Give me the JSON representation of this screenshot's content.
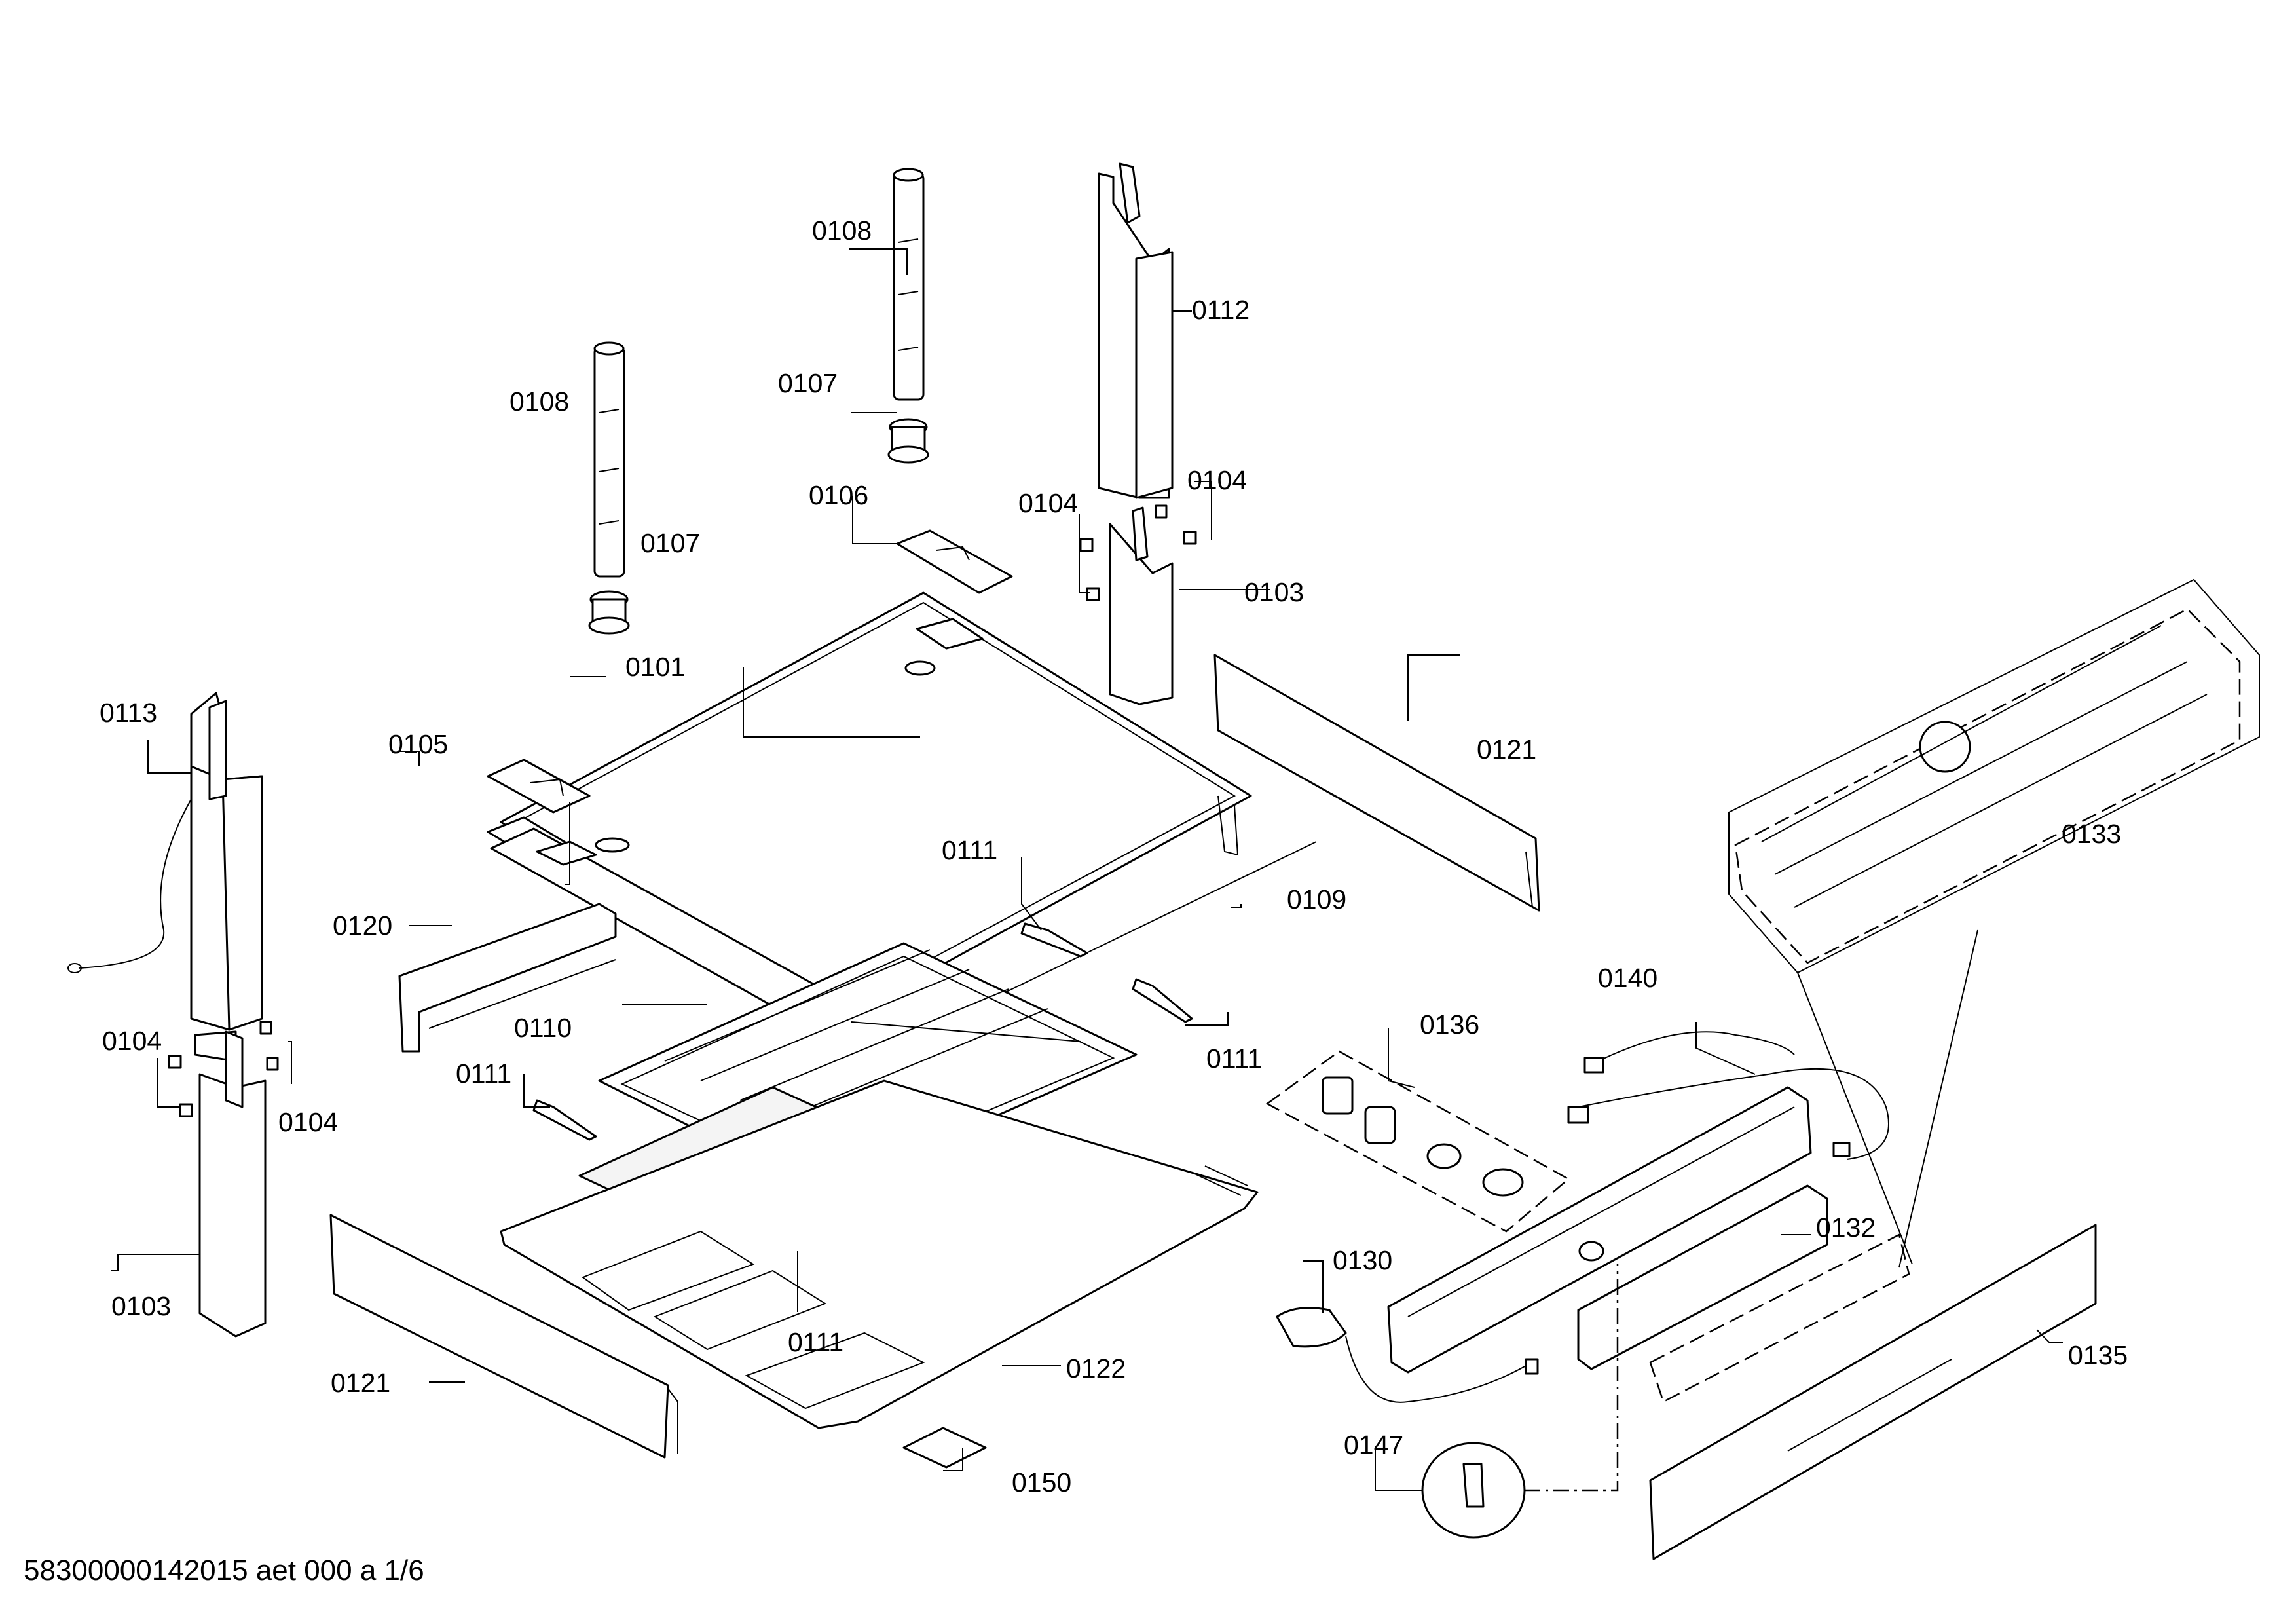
{
  "footer_text": "58300000142015 aet 000 a 1/6",
  "callouts": {
    "c0101": "0101",
    "c0103_left": "0103",
    "c0103_right": "0103",
    "c0104_left_a": "0104",
    "c0104_left_b": "0104",
    "c0104_right_a": "0104",
    "c0104_right_b": "0104",
    "c0105": "0105",
    "c0106": "0106",
    "c0107_left": "0107",
    "c0107_mid": "0107",
    "c0108_left": "0108",
    "c0108_mid": "0108",
    "c0109": "0109",
    "c0110": "0110",
    "c0111_left": "0111",
    "c0111_top": "0111",
    "c0111_right": "0111",
    "c0111_bottom": "0111",
    "c0112": "0112",
    "c0113": "0113",
    "c0120": "0120",
    "c0121_right": "0121",
    "c0121_bottom": "0121",
    "c0122": "0122",
    "c0130": "0130",
    "c0132": "0132",
    "c0133": "0133",
    "c0135": "0135",
    "c0136": "0136",
    "c0140": "0140",
    "c0147": "0147",
    "c0150": "0150"
  }
}
